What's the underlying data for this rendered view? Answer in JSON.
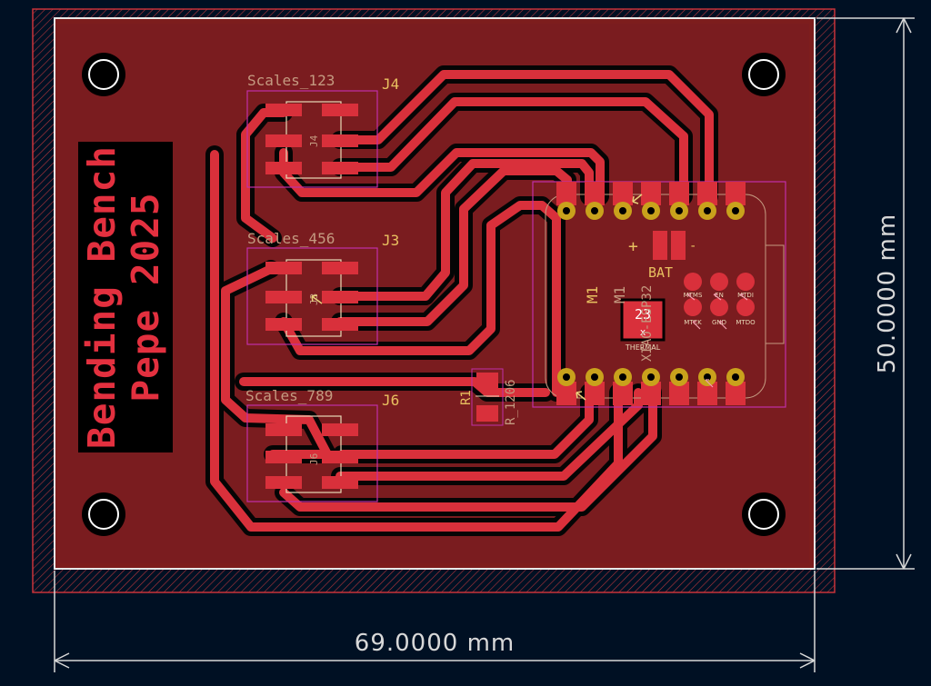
{
  "board": {
    "title_line1": "Bending Bench",
    "title_line2": "Pepe 2025",
    "width_dimension": "69.0000 mm",
    "height_dimension": "50.0000 mm"
  },
  "connectors": [
    {
      "value": "Scales_123",
      "ref": "J4",
      "fab_ref": "J4"
    },
    {
      "value": "Scales_456",
      "ref": "J3",
      "fab_ref": "J3"
    },
    {
      "value": "Scales_789",
      "ref": "J6",
      "fab_ref": "J6"
    }
  ],
  "resistor": {
    "ref": "R1",
    "footprint": "R_1206"
  },
  "module": {
    "ref": "M1",
    "ref_fab": "M1",
    "name": "XIAO-ESP32",
    "bat_label": "BAT",
    "bat_plus": "+",
    "bat_minus": "-",
    "thermal_pad": "23",
    "thermal_mark": "x",
    "thermal_label": "THERMAL",
    "test_pads": [
      "MTMS",
      "EN",
      "MTDI",
      "MTCK",
      "GND",
      "MTDO"
    ]
  },
  "colors": {
    "background": "#001023",
    "board_fill": "#7d1d1d",
    "copper": "#d9303b",
    "silkscreen": "#f2ece0",
    "courtyard": "#c02fa8",
    "pad_gold": "#c9a21c",
    "fab_text": "#c49a80",
    "ref_text": "#e8c060"
  }
}
